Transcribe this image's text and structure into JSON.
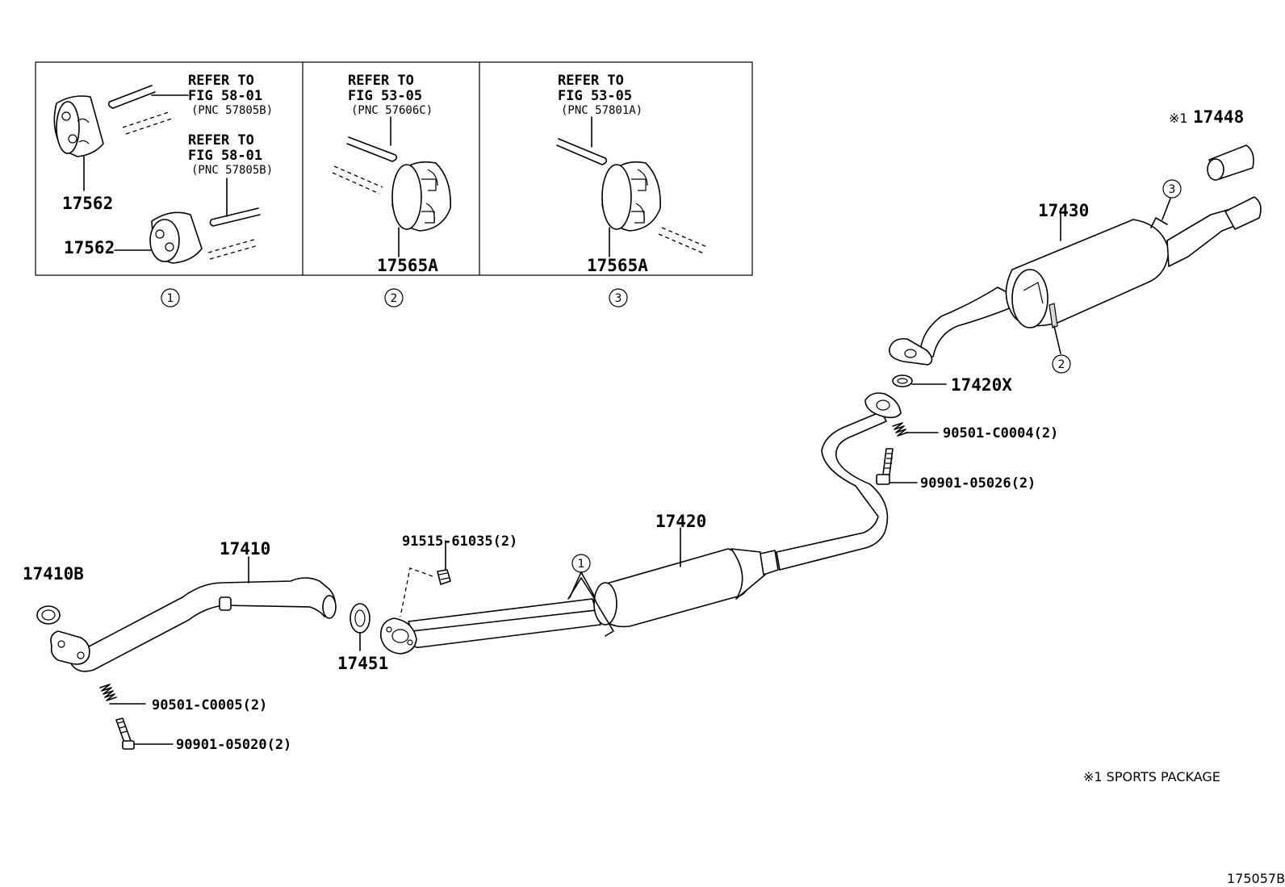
{
  "figure_code": "175057B",
  "footnote": "※1 SPORTS PACKAGE",
  "insets": [
    {
      "marker": "1",
      "refs": [
        {
          "line1": "REFER TO",
          "line2": "FIG 58-01",
          "pnc": "(PNC 57805B)"
        },
        {
          "line1": "REFER TO",
          "line2": "FIG 58-01",
          "pnc": "(PNC 57805B)"
        }
      ],
      "parts": [
        "17562",
        "17562"
      ]
    },
    {
      "marker": "2",
      "refs": [
        {
          "line1": "REFER TO",
          "line2": "FIG 53-05",
          "pnc": "(PNC 57606C)"
        }
      ],
      "parts": [
        "17565A"
      ]
    },
    {
      "marker": "3",
      "refs": [
        {
          "line1": "REFER TO",
          "line2": "FIG 53-05",
          "pnc": "(PNC 57801A)"
        }
      ],
      "parts": [
        "17565A"
      ]
    }
  ],
  "parts": {
    "p17410B": "17410B",
    "p17410": "17410",
    "p17451": "17451",
    "p90501_c0005": "90501-C0005(2)",
    "p90901_05020": "90901-05020(2)",
    "p91515_61035": "91515-61035(2)",
    "p17420": "17420",
    "p17420X": "17420X",
    "p90501_c0004": "90501-C0004(2)",
    "p90901_05026": "90901-05026(2)",
    "p17430": "17430",
    "p17448_mark": "※1",
    "p17448": "17448"
  },
  "markers": {
    "main_1": "1",
    "main_2": "2",
    "main_3": "3"
  }
}
